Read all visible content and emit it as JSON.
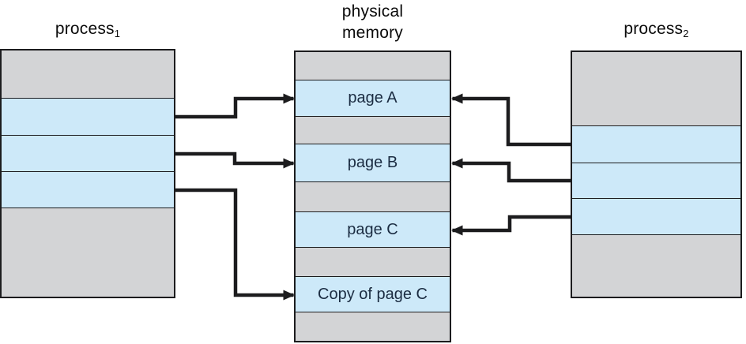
{
  "colors": {
    "bg": "#ffffff",
    "frame-gray": "#d3d4d6",
    "page-blue": "#cde9f9",
    "line": "#1c1c1e",
    "page-text": "#1b2c42",
    "title-text": "#0b0b0b"
  },
  "titles": {
    "left": {
      "base": "process",
      "sub": "1"
    },
    "center": {
      "line1": "physical",
      "line2": "memory"
    },
    "right": {
      "base": "process",
      "sub": "2"
    }
  },
  "physical_memory": {
    "rows": [
      {
        "type": "frame",
        "label": ""
      },
      {
        "type": "page",
        "label": "page A"
      },
      {
        "type": "frame",
        "label": ""
      },
      {
        "type": "page",
        "label": "page B"
      },
      {
        "type": "frame",
        "label": ""
      },
      {
        "type": "page",
        "label": "page C"
      },
      {
        "type": "frame",
        "label": ""
      },
      {
        "type": "page",
        "label": "Copy of page C"
      },
      {
        "type": "frame",
        "label": ""
      }
    ]
  },
  "process1": {
    "rows": [
      {
        "type": "frame"
      },
      {
        "type": "page"
      },
      {
        "type": "page"
      },
      {
        "type": "page"
      },
      {
        "type": "frame"
      }
    ]
  },
  "process2": {
    "rows": [
      {
        "type": "frame"
      },
      {
        "type": "page"
      },
      {
        "type": "page"
      },
      {
        "type": "page"
      },
      {
        "type": "frame"
      }
    ]
  },
  "arrows": [
    {
      "from": "process1 row 1",
      "to": "page A",
      "direction": "right"
    },
    {
      "from": "process1 row 2",
      "to": "page B",
      "direction": "right"
    },
    {
      "from": "process1 row 3",
      "to": "Copy of page C",
      "direction": "right"
    },
    {
      "from": "process2 row 1",
      "to": "page A",
      "direction": "left"
    },
    {
      "from": "process2 row 2",
      "to": "page B",
      "direction": "left"
    },
    {
      "from": "process2 row 3",
      "to": "page C",
      "direction": "left"
    }
  ]
}
